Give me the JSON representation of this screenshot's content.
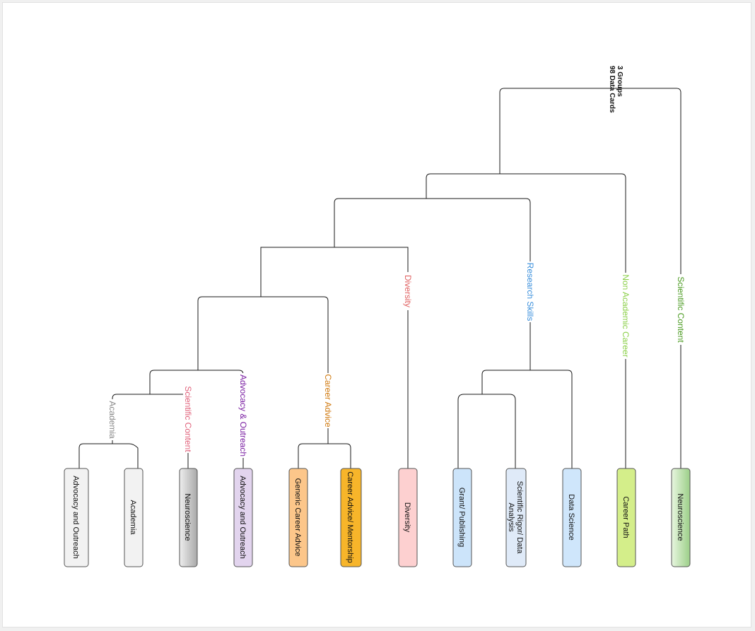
{
  "root": {
    "lines": [
      "98 Data Cards",
      "3 Groups"
    ]
  },
  "groups": [
    {
      "key": "academia",
      "label": "Academia",
      "color": "#888888"
    },
    {
      "key": "sci_left",
      "label": "Scientific Content",
      "color": "#e0607a"
    },
    {
      "key": "advocacy",
      "label": "Advocacy & Outreach",
      "color": "#7a1fa2"
    },
    {
      "key": "career_advice",
      "label": "Career Advice",
      "color": "#d07a10"
    },
    {
      "key": "diversity",
      "label": "Diversity",
      "color": "#e06060"
    },
    {
      "key": "research",
      "label": "Research Skills",
      "color": "#3a8fdc"
    },
    {
      "key": "nonacademic",
      "label": "Non Academic Career",
      "color": "#8cd04a"
    },
    {
      "key": "sci_right",
      "label": "Scientific Content",
      "color": "#4a9a20"
    }
  ],
  "leaves": [
    {
      "label": [
        "Advocacy and Outreach"
      ],
      "fill": [
        "#f2f2f2",
        "#f2f2f2"
      ]
    },
    {
      "label": [
        "Academia"
      ],
      "fill": [
        "#f2f2f2",
        "#f2f2f2"
      ]
    },
    {
      "label": [
        "Neuroscience"
      ],
      "fill": [
        "#eeeeee",
        "#a8a8a8"
      ]
    },
    {
      "label": [
        "Advocacy and Outreach"
      ],
      "fill": [
        "#e2d4ee",
        "#e2d4ee"
      ]
    },
    {
      "label": [
        "Generic Career Advice"
      ],
      "fill": [
        "#fcc68a",
        "#fcc68a"
      ]
    },
    {
      "label": [
        "Career Advice/ Mentorship"
      ],
      "fill": [
        "#f7b52a",
        "#f7b52a"
      ]
    },
    {
      "label": [
        "Diversity"
      ],
      "fill": [
        "#fdd0d0",
        "#fdd0d0"
      ]
    },
    {
      "label": [
        "Grant/ Publishing"
      ],
      "fill": [
        "#cce4fa",
        "#cce4fa"
      ]
    },
    {
      "label": [
        "Scientific Rigor/ Data",
        "Analysis"
      ],
      "fill": [
        "#dfeaf8",
        "#dfeaf8"
      ]
    },
    {
      "label": [
        "Data Science"
      ],
      "fill": [
        "#cfe6fb",
        "#cfe6fb"
      ]
    },
    {
      "label": [
        "Career Path"
      ],
      "fill": [
        "#d4ee8a",
        "#d4ee8a"
      ]
    },
    {
      "label": [
        "Neuroscience"
      ],
      "fill": [
        "#e8f6e0",
        "#9ccf88"
      ]
    }
  ]
}
